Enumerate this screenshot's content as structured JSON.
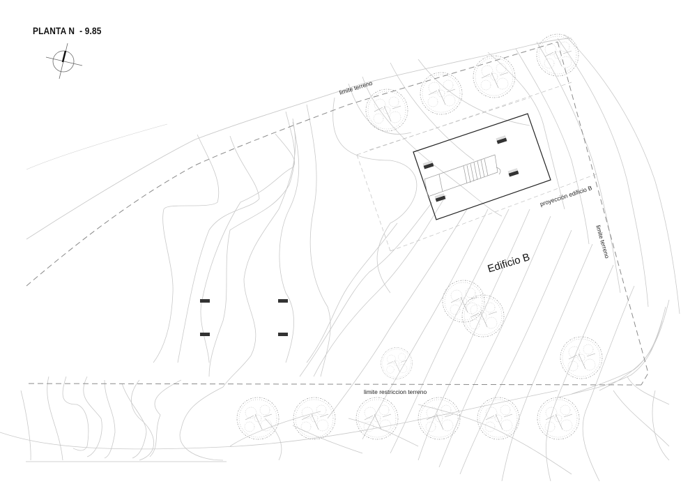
{
  "drawing": {
    "title": "PLANTA N  - 9.85",
    "north_arrow": {
      "icon": "north-arrow-icon"
    },
    "labels": {
      "limite_terreno_top": "limite terreno",
      "limite_terreno_right": "limite terreno",
      "proyeccion_edificio": "proyección edificio B",
      "edificio": "Edificio B",
      "limite_restriccion": "limite restriccion terreno"
    },
    "building": {
      "name": "Edificio B",
      "elements": [
        "stair",
        "corridor",
        "columns"
      ]
    },
    "trees": {
      "top_row_count": 4,
      "middle_count": 4,
      "bottom_row_count": 6
    },
    "colors": {
      "contour": "#c8c8c8",
      "boundary_dash": "#8a8a8a",
      "building_outline": "#222222",
      "tree": "#9a9a9a",
      "text": "#111111"
    }
  }
}
